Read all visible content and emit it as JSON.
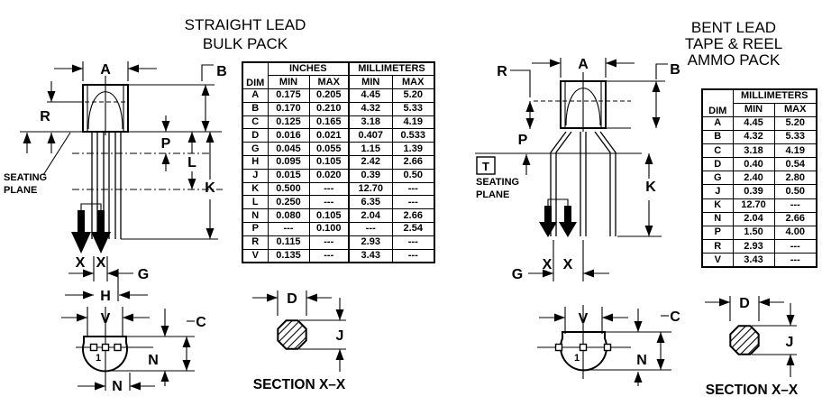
{
  "titles": {
    "left": [
      "STRAIGHT LEAD",
      "BULK PACK"
    ],
    "right": [
      "BENT LEAD",
      "TAPE & REEL",
      "AMMO PACK"
    ]
  },
  "labels": {
    "A": "A",
    "B": "B",
    "C": "C",
    "D": "D",
    "G": "G",
    "H": "H",
    "J": "J",
    "K": "K",
    "L": "L",
    "N": "N",
    "P": "P",
    "R": "R",
    "T": "T",
    "V": "V",
    "X": "X",
    "pin1": "1"
  },
  "annotations": {
    "seating_line1": "SEATING",
    "seating_line2": "PLANE",
    "section": "SECTION X–X"
  },
  "left_table": {
    "group_headers": {
      "inches": "INCHES",
      "millimeters": "MILLIMETERS"
    },
    "columns": {
      "dim": "DIM",
      "min": "MIN",
      "max": "MAX"
    },
    "rows": [
      [
        "A",
        "0.175",
        "0.205",
        "4.45",
        "5.20"
      ],
      [
        "B",
        "0.170",
        "0.210",
        "4.32",
        "5.33"
      ],
      [
        "C",
        "0.125",
        "0.165",
        "3.18",
        "4.19"
      ],
      [
        "D",
        "0.016",
        "0.021",
        "0.407",
        "0.533"
      ],
      [
        "G",
        "0.045",
        "0.055",
        "1.15",
        "1.39"
      ],
      [
        "H",
        "0.095",
        "0.105",
        "2.42",
        "2.66"
      ],
      [
        "J",
        "0.015",
        "0.020",
        "0.39",
        "0.50"
      ],
      [
        "K",
        "0.500",
        "---",
        "12.70",
        "---"
      ],
      [
        "L",
        "0.250",
        "---",
        "6.35",
        "---"
      ],
      [
        "N",
        "0.080",
        "0.105",
        "2.04",
        "2.66"
      ],
      [
        "P",
        "---",
        "0.100",
        "---",
        "2.54"
      ],
      [
        "R",
        "0.115",
        "---",
        "2.93",
        "---"
      ],
      [
        "V",
        "0.135",
        "---",
        "3.43",
        "---"
      ]
    ]
  },
  "right_table": {
    "group_headers": {
      "millimeters": "MILLIMETERS"
    },
    "columns": {
      "dim": "DIM",
      "min": "MIN",
      "max": "MAX"
    },
    "rows": [
      [
        "A",
        "4.45",
        "5.20"
      ],
      [
        "B",
        "4.32",
        "5.33"
      ],
      [
        "C",
        "3.18",
        "4.19"
      ],
      [
        "D",
        "0.40",
        "0.54"
      ],
      [
        "G",
        "2.40",
        "2.80"
      ],
      [
        "J",
        "0.39",
        "0.50"
      ],
      [
        "K",
        "12.70",
        "---"
      ],
      [
        "N",
        "2.04",
        "2.66"
      ],
      [
        "P",
        "1.50",
        "4.00"
      ],
      [
        "R",
        "2.93",
        "---"
      ],
      [
        "V",
        "3.43",
        "---"
      ]
    ]
  }
}
